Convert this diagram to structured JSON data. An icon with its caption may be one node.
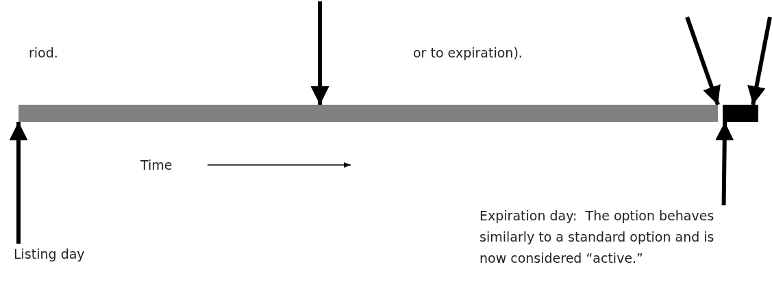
{
  "diagram": {
    "nodes": [
      {
        "text": [],
        "shape": "bar"
      },
      {
        "text": [],
        "shape": "bar"
      },
      {
        "text": [
          "Listing day"
        ]
      },
      {
        "text": [
          "Expiration day:  The option behaves similarly to a standard option and is now considered “active.”"
        ]
      }
    ],
    "edges": [
      {
        "from": null,
        "to": 0,
        "arrow": "to"
      },
      {
        "from": null,
        "to": 0,
        "arrow": "to"
      },
      {
        "from": null,
        "to": 1,
        "arrow": "to"
      },
      {
        "from": 2,
        "to": 0,
        "arrow": "to"
      },
      {
        "from": 3,
        "to": 1,
        "arrow": "to"
      }
    ],
    "labels": [
      "riod.",
      "or to expiration).",
      "Time"
    ]
  }
}
